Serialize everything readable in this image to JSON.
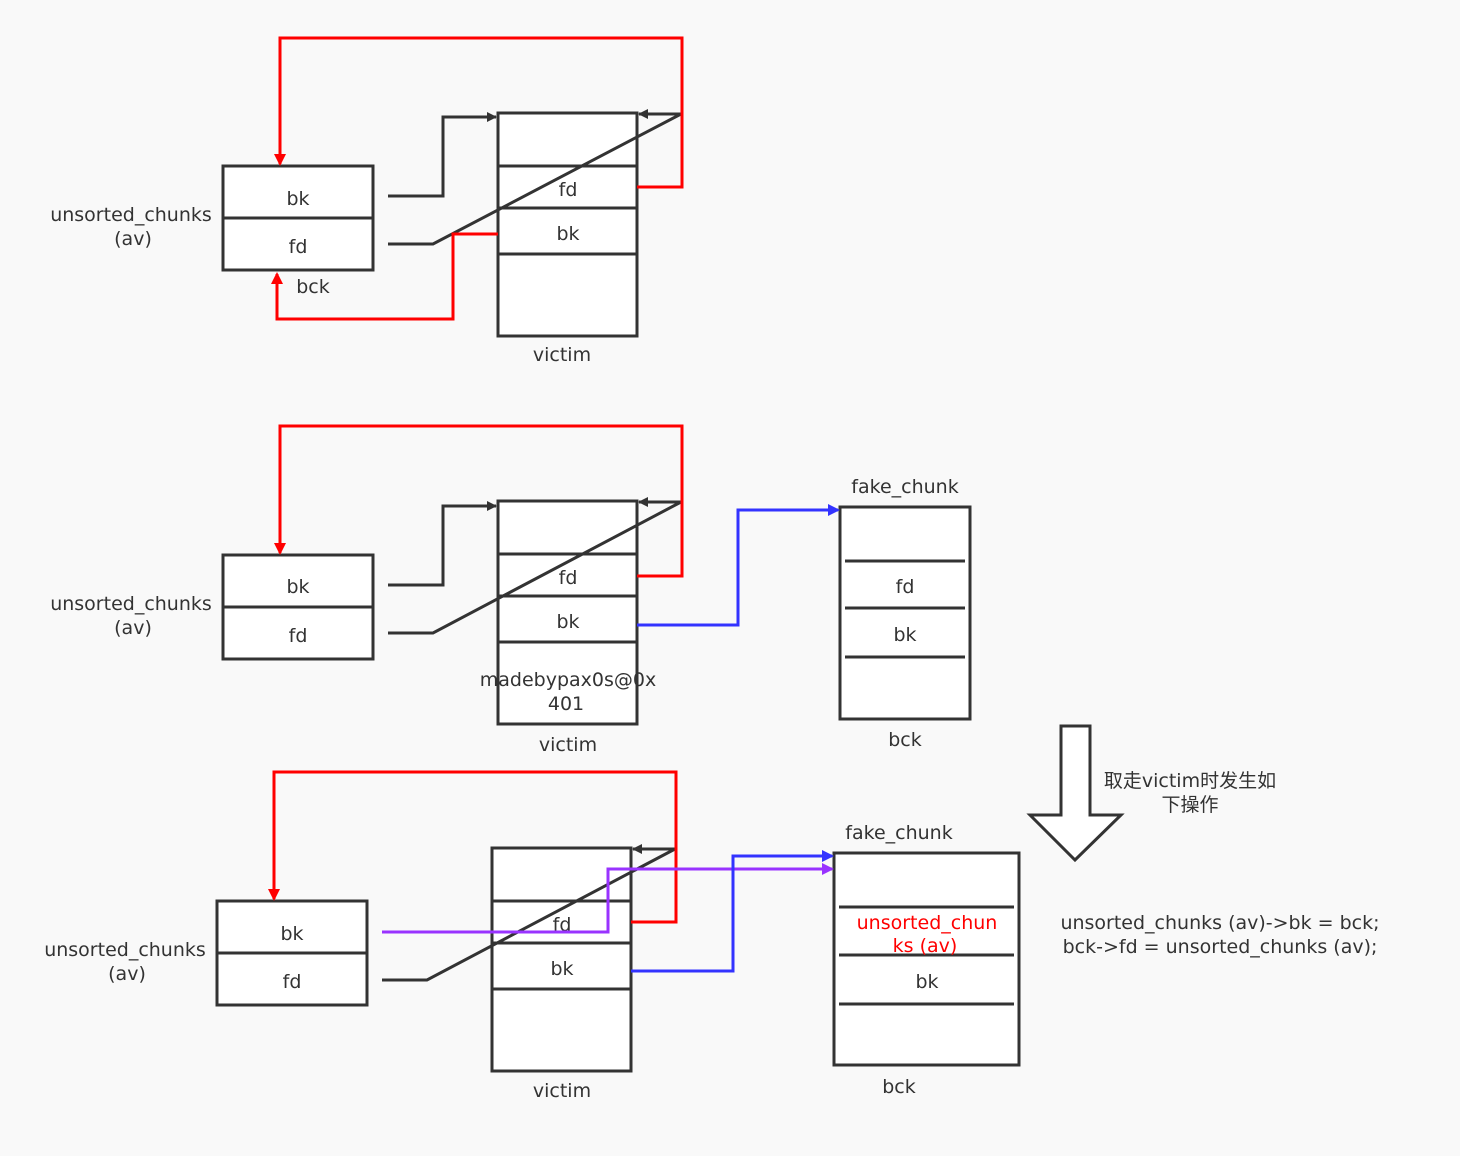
{
  "colors": {
    "line": "#333333",
    "red_pointer": "#ff0000",
    "blue_pointer": "#3333ff",
    "purple_pointer": "#9933ff",
    "highlight_text": "#ff0000",
    "background": "#f9f9f9"
  },
  "labels": {
    "unsorted_chunks_line1": "unsorted_chunks",
    "unsorted_chunks_line2": "(av)",
    "bk": "bk",
    "fd": "fd",
    "bck": "bck",
    "victim": "victim",
    "fake_chunk": "fake_chunk",
    "watermark_line1": "madebypax0s@0x",
    "watermark_line2": "401",
    "highlight_line1": "unsorted_chun",
    "highlight_line2": "ks (av)",
    "note_line1": "取走victim时发生如",
    "note_line2": "下操作",
    "code_line1": "unsorted_chunks (av)->bk = bck;",
    "code_line2": "bck->fd = unsorted_chunks (av);"
  }
}
